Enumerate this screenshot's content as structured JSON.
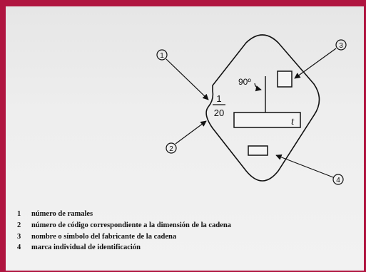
{
  "diagram": {
    "callouts": [
      "1",
      "2",
      "3",
      "4"
    ],
    "angle_label": "90º",
    "fraction": {
      "numerator": "1",
      "denominator": "20"
    },
    "thickness_label": "t"
  },
  "legend": [
    {
      "num": "1",
      "text": "número de ramales"
    },
    {
      "num": "2",
      "text": "número de código correspondiente a la dimensión de la cadena"
    },
    {
      "num": "3",
      "text": "nombre o símbolo del fabricante de la cadena"
    },
    {
      "num": "4",
      "text": "marca individual de identificación"
    }
  ],
  "colors": {
    "frame": "#b01540",
    "ink": "#111111",
    "paper": "#ececec"
  }
}
